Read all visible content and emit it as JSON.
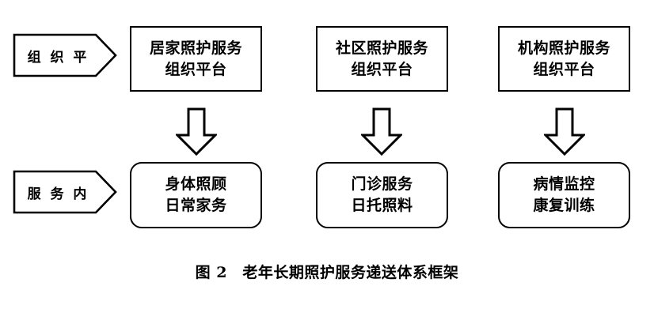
{
  "figure": {
    "caption": "图 2　老年长期照护服务递送体系框架",
    "background_color": "#ffffff",
    "stroke_color": "#000000"
  },
  "row_labels": [
    {
      "id": "organization-platform",
      "text": "组 织 平",
      "shape": "pentagon-arrow-right"
    },
    {
      "id": "service-content",
      "text": "服 务 内",
      "shape": "pentagon-arrow-right"
    }
  ],
  "columns": [
    {
      "platform": {
        "line1": "居家照护服务",
        "line2": "组织平台"
      },
      "arrow": {
        "icon": "down-block-arrow-icon",
        "direction": "down"
      },
      "service": {
        "line1": "身体照顾",
        "line2": "日常家务"
      }
    },
    {
      "platform": {
        "line1": "社区照护服务",
        "line2": "组织平台"
      },
      "arrow": {
        "icon": "down-block-arrow-icon",
        "direction": "down"
      },
      "service": {
        "line1": "门诊服务",
        "line2": "日托照料"
      }
    },
    {
      "platform": {
        "line1": "机构照护服务",
        "line2": "组织平台"
      },
      "arrow": {
        "icon": "down-block-arrow-icon",
        "direction": "down"
      },
      "service": {
        "line1": "病情监控",
        "line2": "康复训练"
      }
    }
  ]
}
